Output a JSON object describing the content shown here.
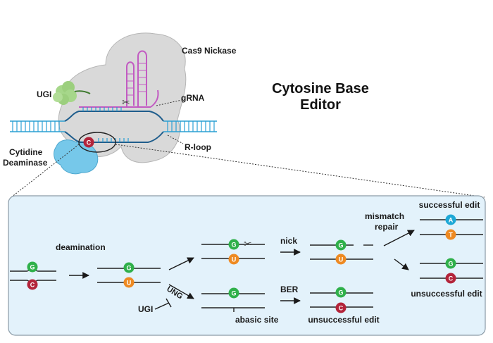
{
  "title": {
    "line1": "Cytosine Base",
    "line2": "Editor"
  },
  "top_labels": {
    "cas9": "Cas9 Nickase",
    "ugi": "UGI",
    "grna": "gRNA",
    "rloop": "R-loop",
    "cytidine": "Cytidine",
    "deaminase": "Deaminase"
  },
  "nucleotides": {
    "G": "G",
    "C": "C",
    "U": "U",
    "A": "A",
    "T": "T"
  },
  "panel_labels": {
    "deamination": "deamination",
    "nick": "nick",
    "mismatch": "mismatch",
    "repair": "repair",
    "successful": "successful edit",
    "unsuccessful_right": "unsuccessful edit",
    "ung": "UNG",
    "ugi": "UGI",
    "ber": "BER",
    "abasic": "abasic site",
    "unsuccessful_bottom": "unsuccessful edit"
  },
  "colors": {
    "G": "#2fb04a",
    "C": "#b3243a",
    "U": "#ee8a22",
    "A": "#1ea8d6",
    "T": "#ee8a22",
    "dna": "#2aa0d4",
    "dna_backbone": "#1f5d8c",
    "panel_bg": "#e3f2fb",
    "cas9": "#d9d9d9",
    "grna": "#c25bc2",
    "deaminase": "#76c8ea",
    "ugi_protein": "#a6d78a"
  },
  "icons": [
    "scissors-icon"
  ]
}
